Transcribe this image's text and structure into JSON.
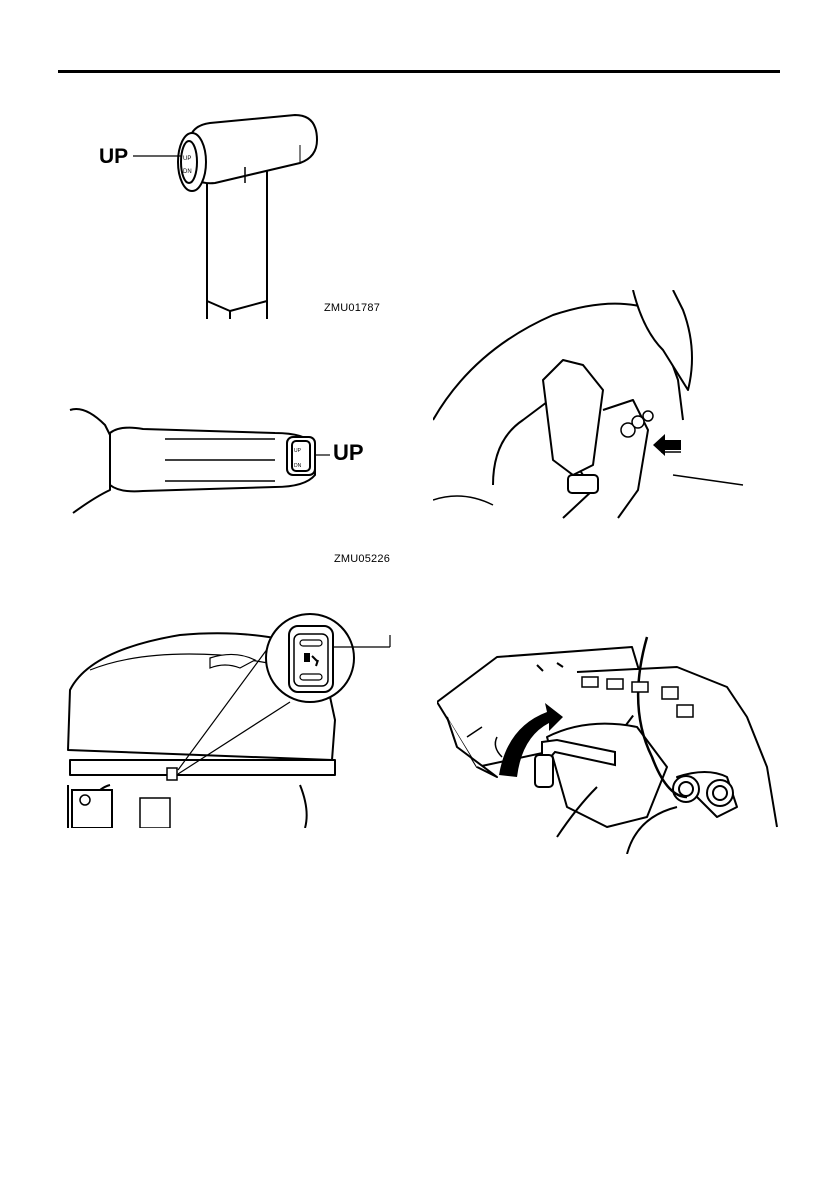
{
  "figure1": {
    "label": "UP",
    "grip_up": "UP",
    "grip_dn": "DN",
    "code": "ZMU01787"
  },
  "figure2": {
    "label": "UP",
    "switch_up": "UP",
    "switch_dn": "DN",
    "code": "ZMU05226"
  },
  "figure3": {
    "icon": "tilt-switch-icon"
  },
  "figure4": {
    "icon": "press-arrow-icon"
  },
  "figure5": {
    "icon": "curved-arrow-icon"
  }
}
